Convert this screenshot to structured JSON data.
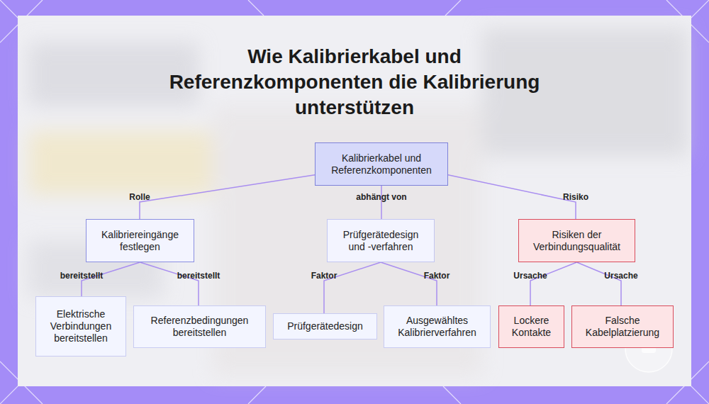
{
  "diagram": {
    "title": "Wie Kalibrierkabel und Referenzkomponenten die Kalibrierung unterstützen",
    "nodes": [
      {
        "text": [
          "Kalibrierkabel und Referenzkomponenten"
        ]
      },
      {
        "text": [
          "Kalibriereingänge festlegen"
        ]
      },
      {
        "text": [
          "Prüfgerätedesign und -verfahren"
        ]
      },
      {
        "text": [
          "Risiken der Verbindungsqualität"
        ]
      },
      {
        "text": [
          "Elektrische Verbindungen bereitstellen"
        ]
      },
      {
        "text": [
          "Referenzbedingungen bereitstellen"
        ]
      },
      {
        "text": [
          "Prüfgerätedesign"
        ]
      },
      {
        "text": [
          "Ausgewähltes Kalibrierverfahren"
        ]
      },
      {
        "text": [
          "Lockere Kontakte"
        ]
      },
      {
        "text": [
          "Falsche Kabelplatzierung"
        ]
      }
    ],
    "edges": [
      {
        "from": 0,
        "to": 1,
        "label": "Rolle",
        "arrow": "none"
      },
      {
        "from": 0,
        "to": 2,
        "label": "abhängt von",
        "arrow": "none"
      },
      {
        "from": 0,
        "to": 3,
        "label": "Risiko",
        "arrow": "none"
      },
      {
        "from": 1,
        "to": 4,
        "label": "bereitstellt",
        "arrow": "none"
      },
      {
        "from": 1,
        "to": 5,
        "label": "bereitstellt",
        "arrow": "none"
      },
      {
        "from": 2,
        "to": 6,
        "label": "Faktor",
        "arrow": "none"
      },
      {
        "from": 2,
        "to": 7,
        "label": "Faktor",
        "arrow": "none"
      },
      {
        "from": 3,
        "to": 8,
        "label": "Ursache",
        "arrow": "none"
      },
      {
        "from": 3,
        "to": 9,
        "label": "Ursache",
        "arrow": "none"
      }
    ]
  }
}
